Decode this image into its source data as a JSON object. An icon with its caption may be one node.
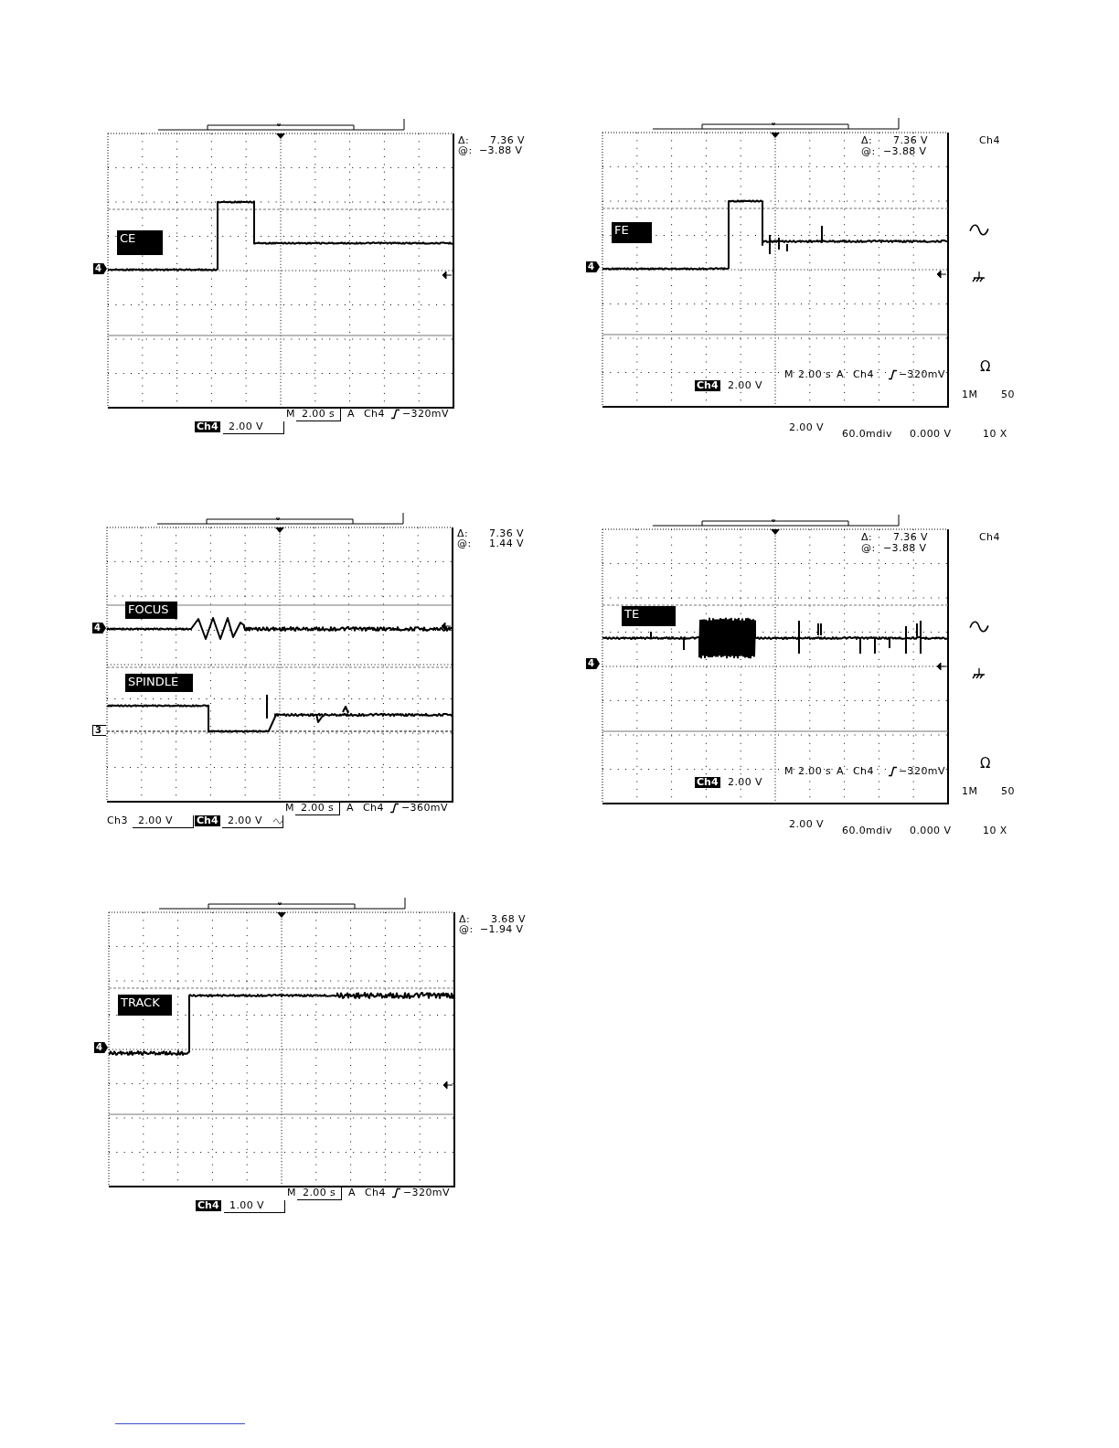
{
  "diagram": {
    "nodes": [
      {
        "text": [
          "CE"
        ]
      },
      {
        "text": [
          "FE"
        ]
      },
      {
        "text": [
          "FOCUS"
        ]
      },
      {
        "text": [
          "SPINDLE"
        ]
      },
      {
        "text": [
          "TE"
        ]
      },
      {
        "text": [
          "TRACK"
        ]
      }
    ],
    "labels": [
      "Δ:",
      "7.36 V",
      "@:",
      "−3.88 V",
      "4",
      "M",
      "2.00 s",
      "A",
      "Ch4",
      "−320mV",
      "Ch4",
      "2.00 V",
      "Δ:",
      "7.36 V",
      "Ch4",
      "@:",
      "−3.88 V",
      "4",
      "M",
      "2.00 s",
      "A",
      "Ch4",
      "−320mV",
      "Ω",
      "Ch4",
      "2.00 V",
      "1M",
      "50",
      "2.00 V",
      "60.0mdiv",
      "0.000 V",
      "10 X",
      "Δ:",
      "7.36 V",
      "@:",
      "1.44 V",
      "4",
      "3",
      "M",
      "2.00 s",
      "A",
      "Ch4",
      "−360mV",
      "Ch3",
      "2.00 V",
      "Ch4",
      "2.00 V",
      "Δ:",
      "7.36 V",
      "Ch4",
      "@:",
      "−3.88 V",
      "4",
      "M",
      "2.00 s",
      "A",
      "Ch4",
      "−320mV",
      "Ω",
      "Ch4",
      "2.00 V",
      "1M",
      "50",
      "2.00 V",
      "60.0mdiv",
      "0.000 V",
      "10 X",
      "Δ:",
      "3.68 V",
      "@:",
      "−1.94 V",
      "4",
      "M",
      "2.00 s",
      "A",
      "Ch4",
      "−320mV",
      "Ch4",
      "1.00 V"
    ]
  }
}
